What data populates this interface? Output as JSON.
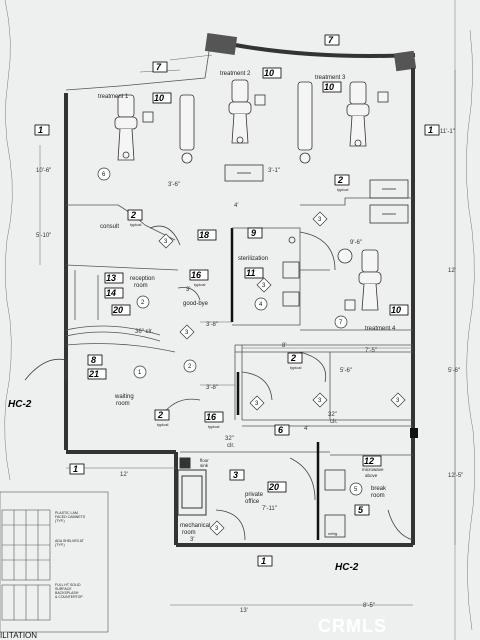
{
  "rooms": {
    "treatment1": "treatment 1",
    "treatment2": "treatment 2",
    "treatment3": "treatment 3",
    "treatment4": "treatment 4",
    "consult": "consult",
    "reception": "reception",
    "reception2": "room",
    "sterilization": "sterilization",
    "goodbye": "good-bye",
    "waiting": "waiting",
    "waiting2": "room",
    "private": "private",
    "private2": "office",
    "mechanical": "mechanical",
    "mechanical2": "room",
    "break": "break",
    "break2": "room",
    "microwave": "microwave",
    "microwave2": "above",
    "floor_sink": "floor",
    "floor_sink2": "sink",
    "refrig": "refrig."
  },
  "tags": {
    "t1": "1",
    "t2": "2",
    "t3": "3",
    "t5": "5",
    "t6": "6",
    "t7": "7",
    "t8": "8",
    "t9": "9",
    "t10": "10",
    "t11": "11",
    "t12": "12",
    "t13": "13",
    "t14": "14",
    "t16": "16",
    "t18": "18",
    "t20": "20",
    "t21": "21"
  },
  "typical": "typical",
  "dims": {
    "d_3_6": "3'-6\"",
    "d_3_1": "3'-1\"",
    "d_10_6": "10'-6\"",
    "d_5_10": "5'-10\"",
    "d_4": "4'",
    "d_3": "3'",
    "d_9_6": "9'-6\"",
    "d_11_1": "11'-1\"",
    "d_12": "12'",
    "d_36clr": "36\" clr.",
    "d_3_8a": "3'-8\"",
    "d_3_8b": "3'-8\"",
    "d_8": "8'",
    "d_7_5": "7'-5\"",
    "d_5_6": "5'-6\"",
    "d_5_6b": "5'-6\"",
    "d_32clr": "32\"",
    "d_32clr2": "clr.",
    "d_32clr_b": "32\"",
    "d_32clr_b2": "clr.",
    "d_4b": "4'",
    "d_12bot": "12'",
    "d_7_11": "7'-11\"",
    "d_12_5": "12'-5\"",
    "d_13": "13'",
    "d_8_5": "8'-5\"",
    "d_3b": "3'"
  },
  "hc": {
    "left": "HC-2",
    "right": "HC-2"
  },
  "circles": {
    "c1": "1",
    "c2": "2",
    "c4": "4",
    "c5": "5",
    "c6": "6",
    "c7": "7"
  },
  "diamonds": {
    "a": "3"
  },
  "legend_notes": {
    "n1": "PLASTIC LAM.",
    "n2": "FACED CABINETS",
    "n3": "(TYP.)",
    "n4": "ADA SHELVES AT",
    "n5": "(TYP.)",
    "n6": "FULL HT SOLID",
    "n7": "SURFACE",
    "n8": "BACKSPLASH",
    "n9": "& COUNTERTOP"
  },
  "title_partial": "ILITATION",
  "watermark": "CRMLS"
}
